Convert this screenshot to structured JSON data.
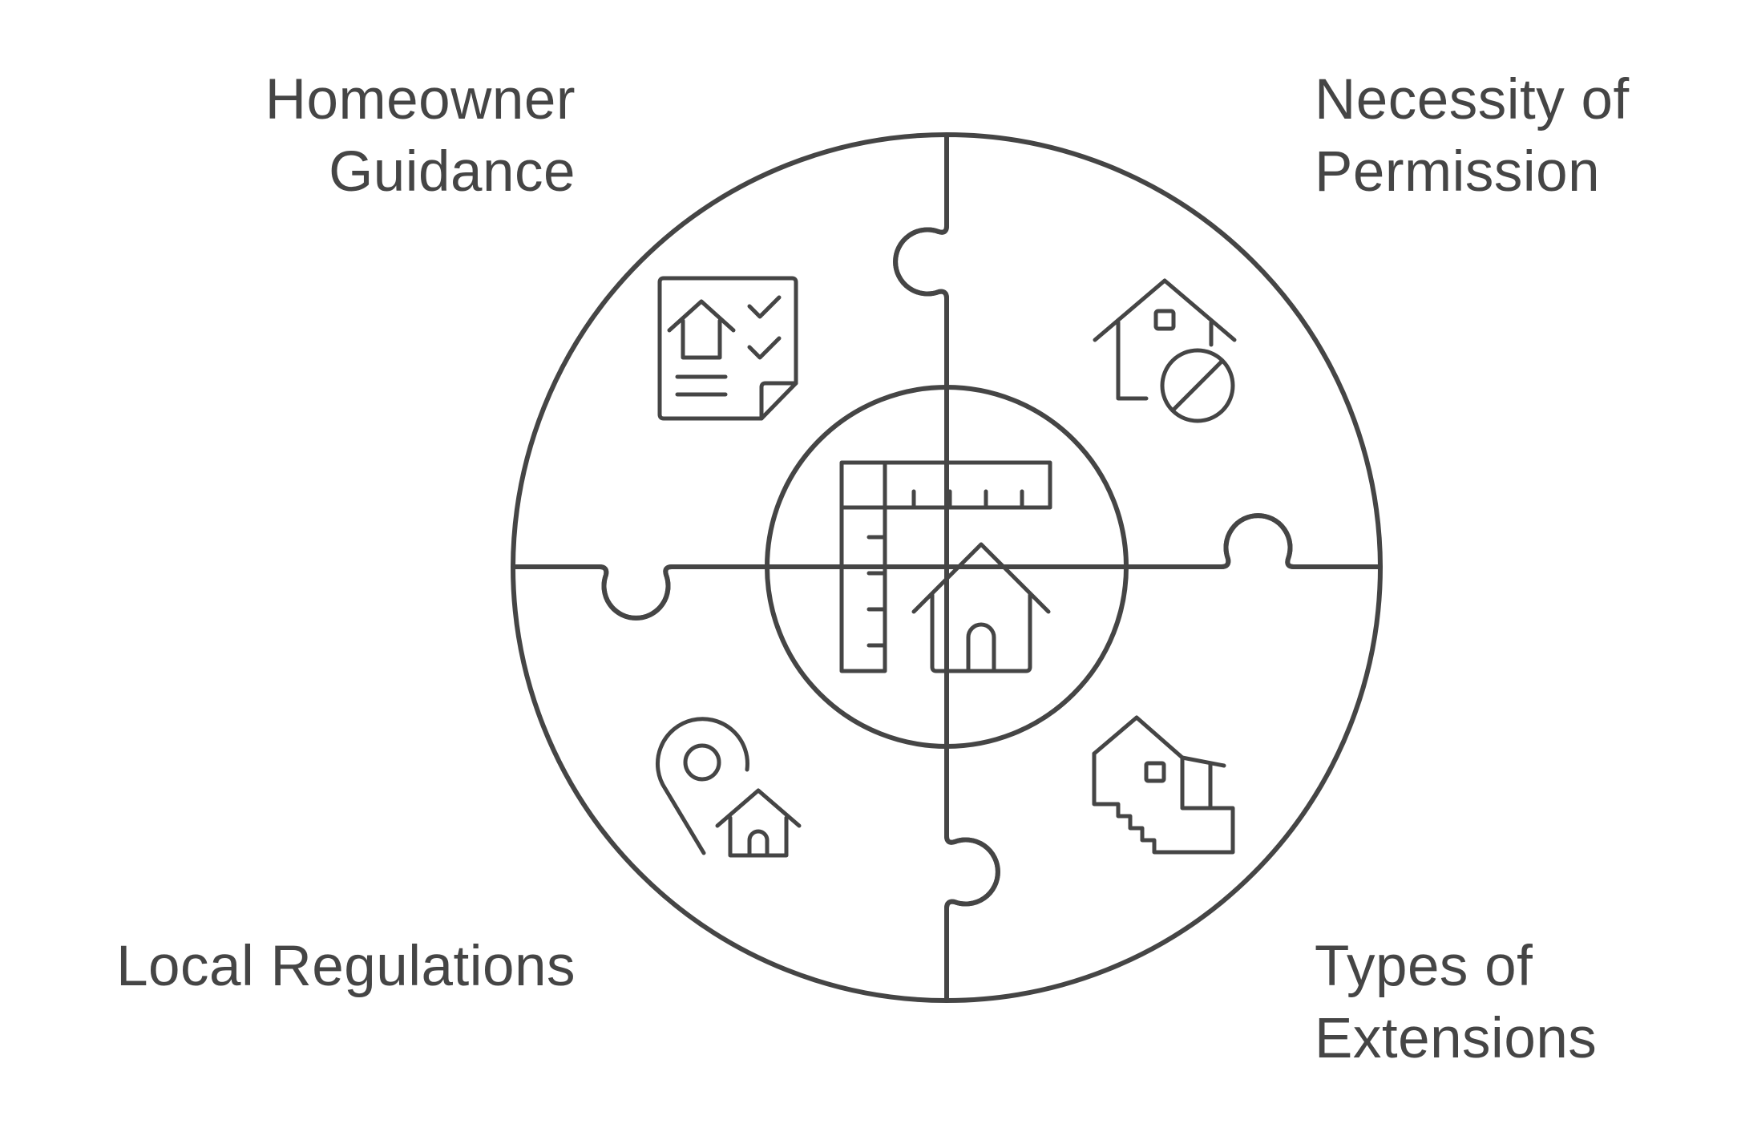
{
  "segments": [
    {
      "label_lines": [
        "Homeowner",
        "Guidance"
      ],
      "color": "#FBF38A",
      "icon": "checklist-document-icon"
    },
    {
      "label_lines": [
        "Necessity of",
        "Permission"
      ],
      "color": "#7DDFFF",
      "icon": "house-prohibited-icon"
    },
    {
      "label_lines": [
        "Local Regulations"
      ],
      "color": "#D2F976",
      "icon": "location-pin-house-icon"
    },
    {
      "label_lines": [
        "Types of",
        "Extensions"
      ],
      "color": "#86FBC4",
      "icon": "house-extension-icon"
    }
  ],
  "center": {
    "color_top": "#E3E3E3",
    "color_bottom": "#B9B9B9",
    "icon": "ruler-house-icon"
  },
  "outline_color": "#454545"
}
